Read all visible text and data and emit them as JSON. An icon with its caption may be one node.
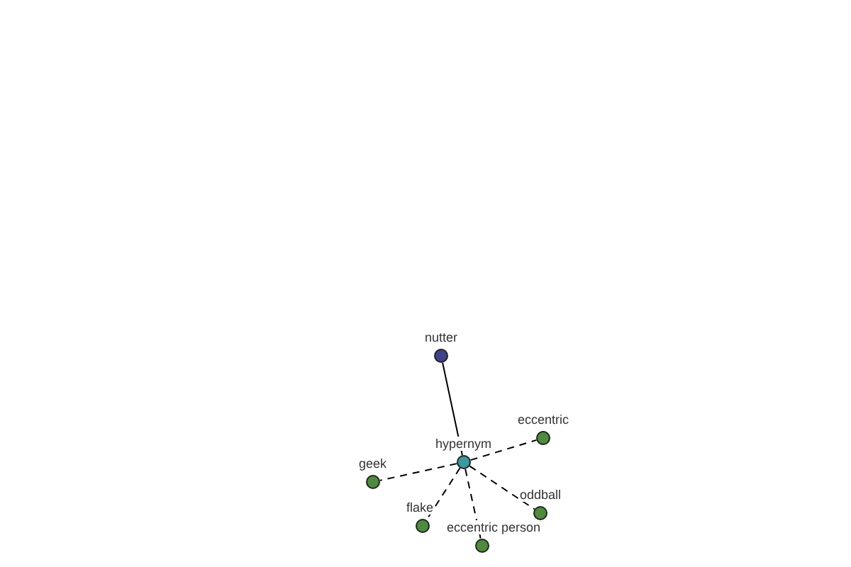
{
  "diagram": {
    "nodes": [
      {
        "text": [
          "nutter"
        ]
      },
      {
        "text": [
          "hypernym"
        ]
      },
      {
        "text": [
          "eccentric"
        ]
      },
      {
        "text": [
          "geek"
        ]
      },
      {
        "text": [
          "oddball"
        ]
      },
      {
        "text": [
          "flake"
        ]
      },
      {
        "text": [
          "eccentric person"
        ]
      }
    ],
    "edges": [
      {
        "from": 0,
        "to": 1,
        "arrow": "none"
      },
      {
        "from": 1,
        "to": 2,
        "arrow": "none",
        "style": "dashed"
      },
      {
        "from": 1,
        "to": 3,
        "arrow": "none",
        "style": "dashed"
      },
      {
        "from": 1,
        "to": 4,
        "arrow": "none",
        "style": "dashed"
      },
      {
        "from": 1,
        "to": 5,
        "arrow": "none",
        "style": "dashed"
      },
      {
        "from": 1,
        "to": 6,
        "arrow": "none",
        "style": "dashed"
      }
    ]
  }
}
